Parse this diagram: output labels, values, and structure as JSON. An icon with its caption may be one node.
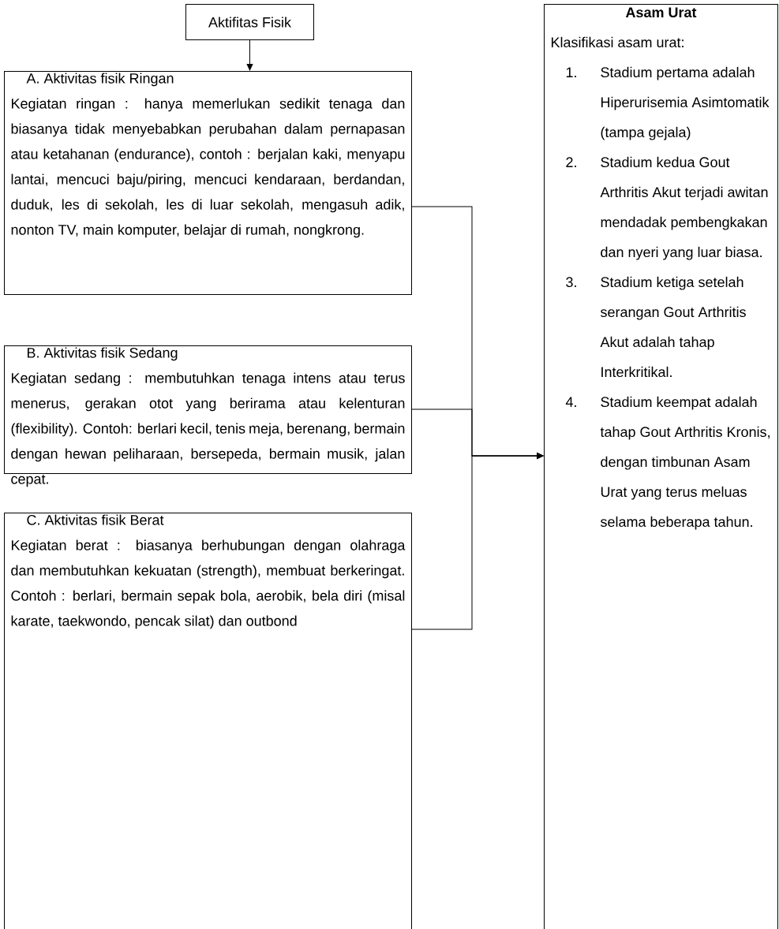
{
  "diagram": {
    "nodes": [
      {
        "text": [
          "Aktifitas Fisik"
        ]
      },
      {
        "text": [
          "A. Aktivitas fisik Ringan",
          "Kegiatan ringan : hanya memerlukan sedikit tenaga dan biasanya tidak menyebabkan perubahan dalam pernapasan atau ketahanan (endurance), contoh : berjalan kaki, menyapu lantai, mencuci baju/piring, mencuci kendaraan, berdandan, duduk, les di sekolah, les di luar sekolah, mengasuh adik, nonton TV, main komputer, belajar di rumah, nongkrong."
        ]
      },
      {
        "text": [
          "B. Aktivitas fisik Sedang",
          "Kegiatan sedang : membutuhkan tenaga intens atau terus menerus, gerakan otot yang berirama atau kelenturan (flexibility). Contoh: berlari kecil, tenis meja, berenang, bermain dengan hewan peliharaan, bersepeda, bermain musik, jalan cepat."
        ]
      },
      {
        "text": [
          "C. Aktivitas fisik Berat",
          "Kegiatan berat : biasanya berhubungan dengan olahraga dan membutuhkan kekuatan (strength), membuat berkeringat. Contoh : berlari, bermain sepak bola, aerobik, bela diri (misal karate, taekwondo, pencak silat) dan outbond"
        ]
      },
      {
        "text": [
          "Asam Urat",
          "Klasifikasi asam urat:",
          "1.",
          "Stadium pertama adalah Hiperurisemia Asimtomatik (tampa gejala)",
          "2.",
          "Stadium kedua Gout Arthritis Akut terjadi awitan mendadak pembengkakan dan nyeri yang luar biasa.",
          "3.",
          "Stadium ketiga setelah serangan Gout Arthritis Akut adalah tahap Interkritikal.",
          "4.",
          "Stadium keempat adalah tahap Gout Arthritis Kronis, dengan timbunan Asam Urat yang terus meluas selama beberapa tahun."
        ]
      }
    ],
    "edges": [
      {
        "from": 0,
        "to": 1,
        "arrow": "to"
      },
      {
        "from": 1,
        "to": 4,
        "arrow": "to"
      },
      {
        "from": 2,
        "to": 4,
        "arrow": "to"
      },
      {
        "from": 3,
        "to": 4,
        "arrow": "to"
      }
    ]
  }
}
